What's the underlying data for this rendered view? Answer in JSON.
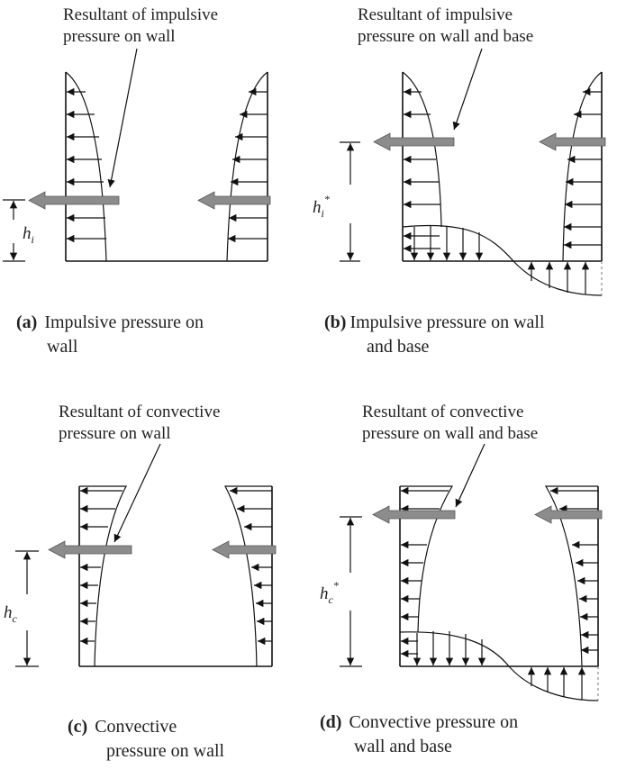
{
  "panels": {
    "a": {
      "annotation": [
        "Resultant of impulsive",
        "pressure on wall"
      ],
      "caption_letter": "(a)",
      "caption": [
        "Impulsive pressure on",
        "wall"
      ],
      "height_label": "h",
      "height_sub": "i"
    },
    "b": {
      "annotation": [
        "Resultant of impulsive",
        "pressure on wall and base"
      ],
      "caption_letter": "(b)",
      "caption": [
        "Impulsive pressure on wall",
        "and base"
      ],
      "height_label": "h",
      "height_sub": "i",
      "height_sup": "*"
    },
    "c": {
      "annotation": [
        "Resultant of convective",
        "pressure on wall"
      ],
      "caption_letter": "(c)",
      "caption": [
        "Convective",
        "pressure on wall"
      ],
      "height_label": "h",
      "height_sub": "c"
    },
    "d": {
      "annotation": [
        "Resultant of convective",
        "pressure on wall and base"
      ],
      "caption_letter": "(d)",
      "caption": [
        "Convective pressure on",
        "wall and base"
      ],
      "height_label": "h",
      "height_sub": "c",
      "height_sup": "*"
    }
  },
  "colors": {
    "line": "#111111",
    "resultant_arrow": "#8c8c8c",
    "background": "#ffffff"
  }
}
